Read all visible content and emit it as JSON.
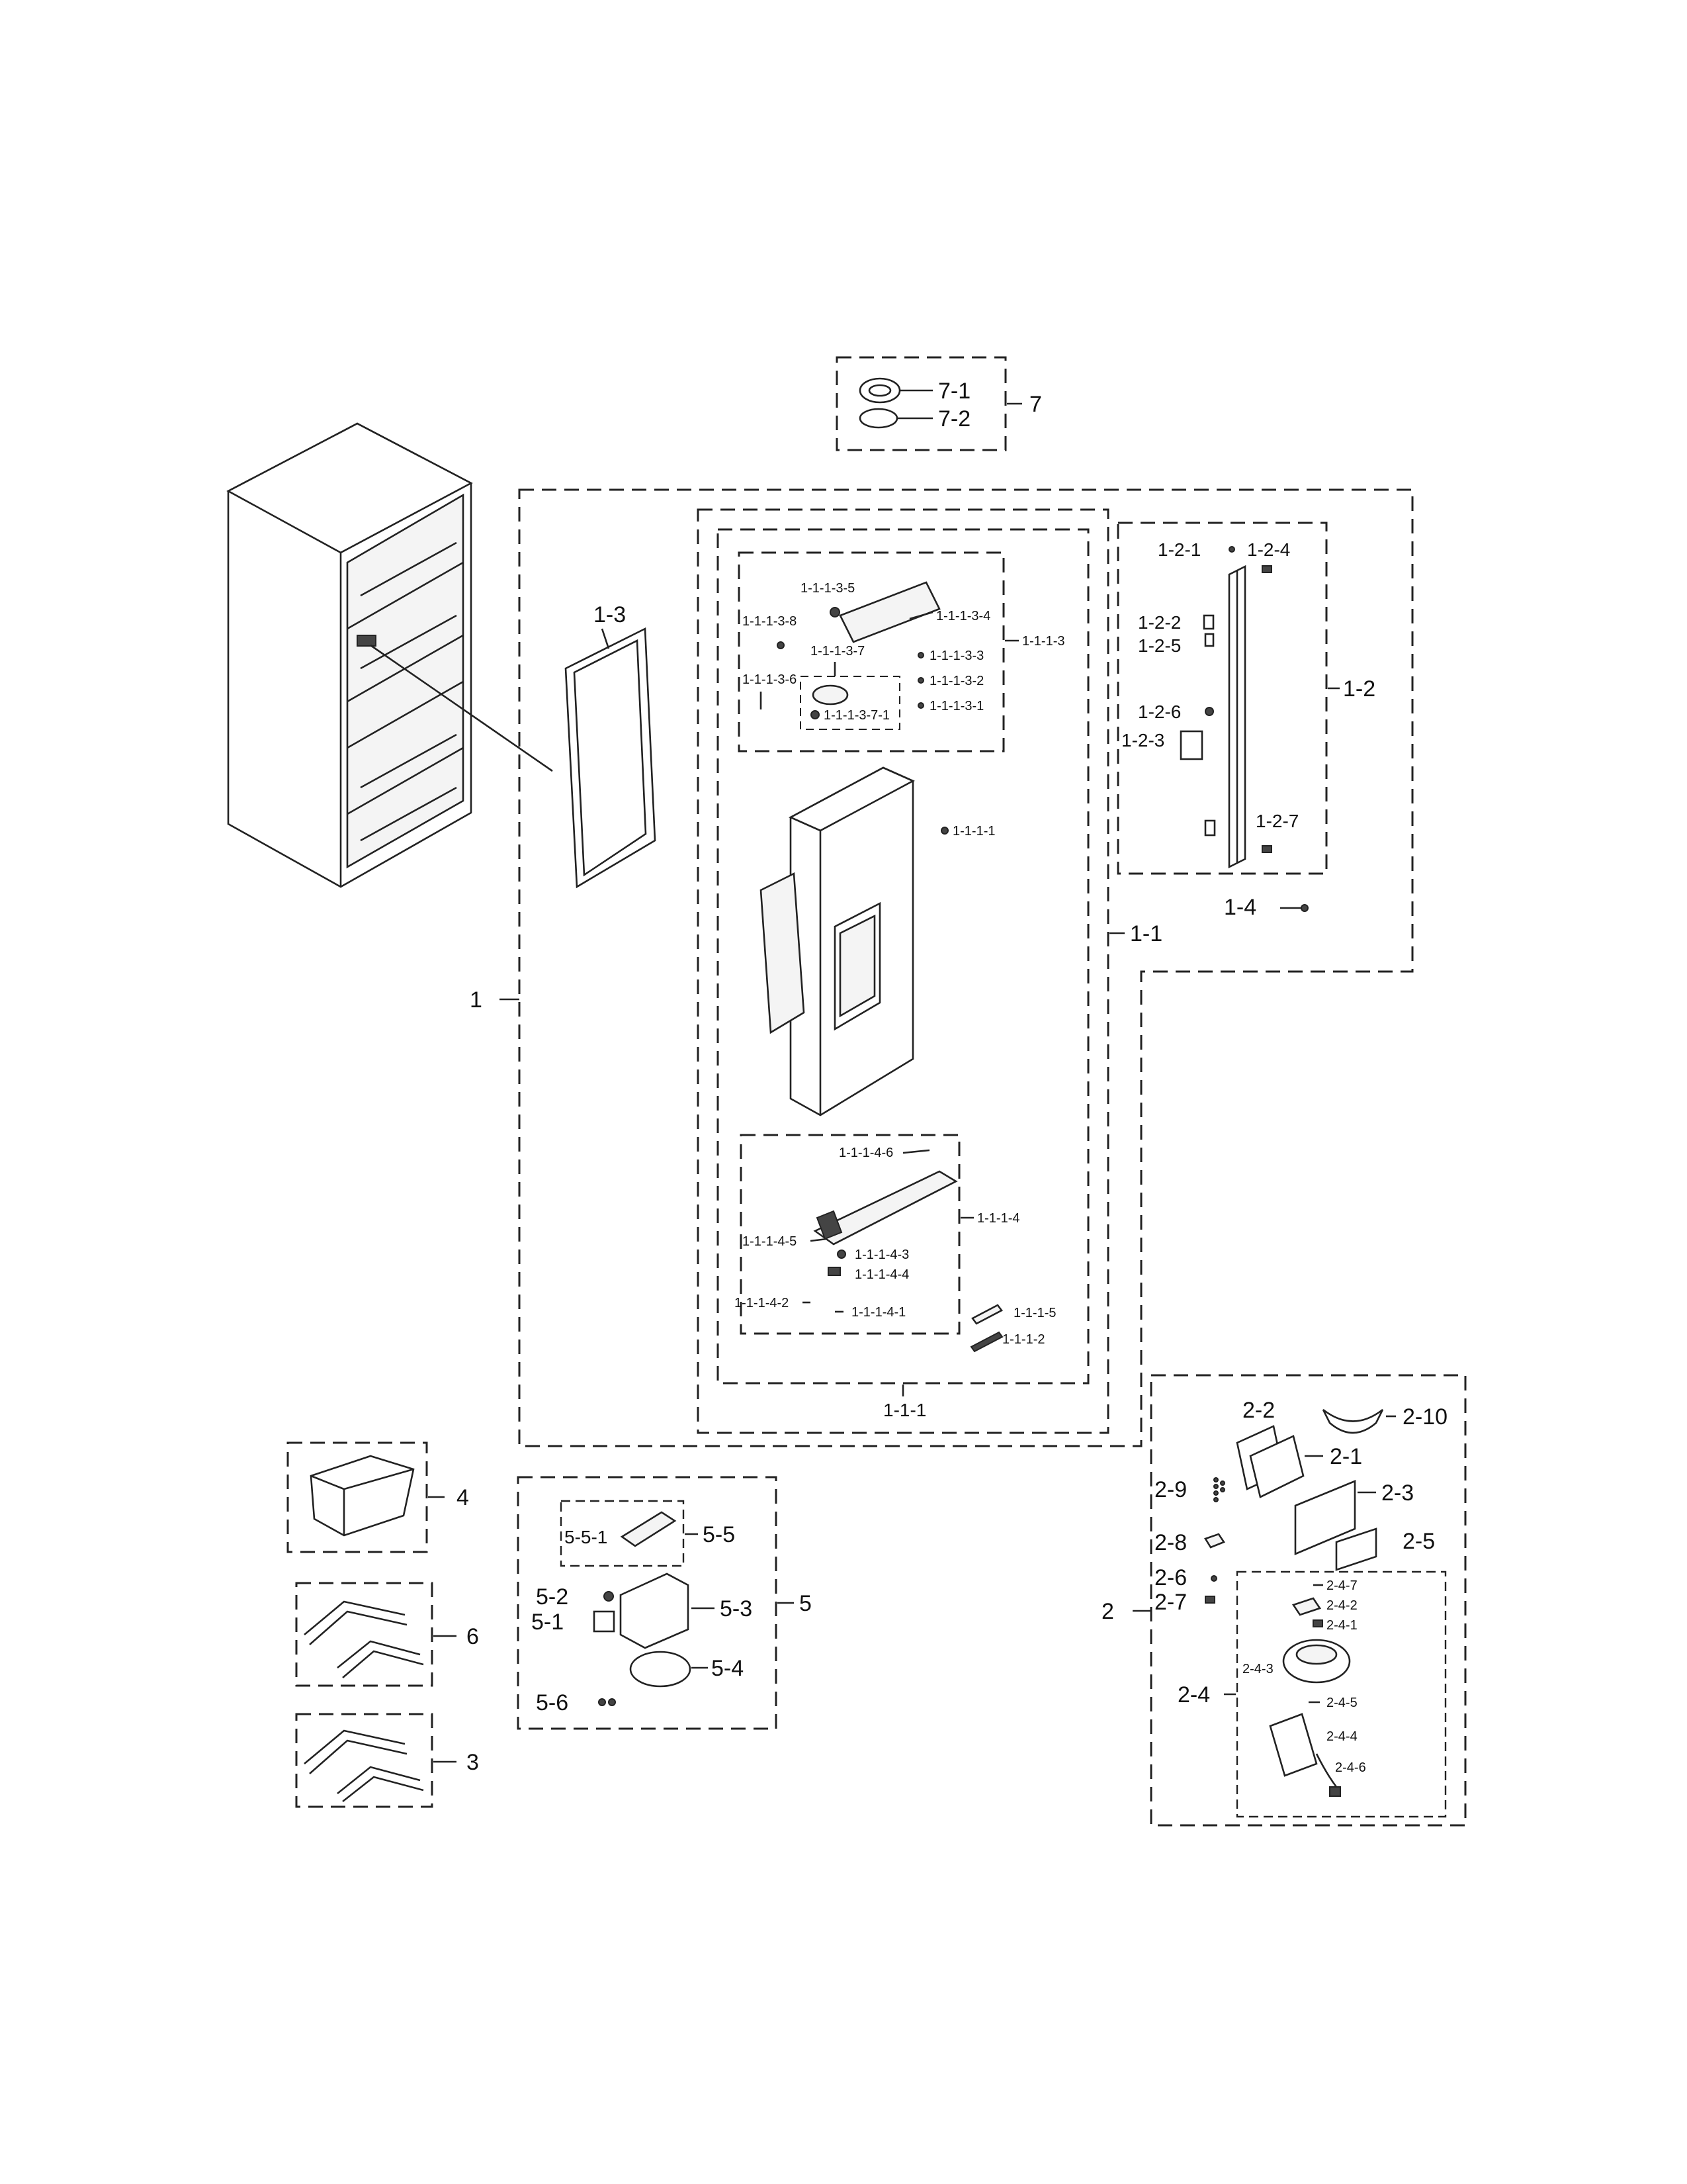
{
  "labels": {
    "group1": "1",
    "door_assy": "1-1",
    "door_frame": "1-1-1",
    "door_sub": "1-1-1-1",
    "handle_strip_a": "1-1-1-2",
    "handle_strip_b": "1-1-1-5",
    "panel_assy": "1-1-1-3",
    "p1113_1": "1-1-1-3-1",
    "p1113_2": "1-1-1-3-2",
    "p1113_3": "1-1-1-3-3",
    "p1113_4": "1-1-1-3-4",
    "p1113_5": "1-1-1-3-5",
    "p1113_6": "1-1-1-3-6",
    "p1113_7": "1-1-1-3-7",
    "p1113_7_1": "1-1-1-3-7-1",
    "p1113_8": "1-1-1-3-8",
    "cap_assy": "1-1-1-4",
    "p1114_1": "1-1-1-4-1",
    "p1114_2": "1-1-1-4-2",
    "p1114_3": "1-1-1-4-3",
    "p1114_4": "1-1-1-4-4",
    "p1114_5": "1-1-1-4-5",
    "p1114_6": "1-1-1-4-6",
    "hinge_assy": "1-2",
    "p12_1": "1-2-1",
    "p12_2": "1-2-2",
    "p12_3": "1-2-3",
    "p12_4": "1-2-4",
    "p12_5": "1-2-5",
    "p12_6": "1-2-6",
    "p12_7": "1-2-7",
    "gasket": "1-3",
    "screw": "1-4",
    "group2": "2",
    "p2_1": "2-1",
    "p2_2": "2-2",
    "p2_3": "2-3",
    "p2_4": "2-4",
    "p2_5": "2-5",
    "p2_6": "2-6",
    "p2_7": "2-7",
    "p2_8": "2-8",
    "p2_9": "2-9",
    "p2_10": "2-10",
    "p24_1": "2-4-1",
    "p24_2": "2-4-2",
    "p24_3": "2-4-3",
    "p24_4": "2-4-4",
    "p24_5": "2-4-5",
    "p24_6": "2-4-6",
    "p24_7": "2-4-7",
    "group3": "3",
    "group4": "4",
    "group5": "5",
    "p5_1": "5-1",
    "p5_2": "5-2",
    "p5_3": "5-3",
    "p5_4": "5-4",
    "p5_5": "5-5",
    "p5_5_1": "5-5-1",
    "p5_6": "5-6",
    "group6": "6",
    "group7": "7",
    "p7_1": "7-1",
    "p7_2": "7-2"
  }
}
